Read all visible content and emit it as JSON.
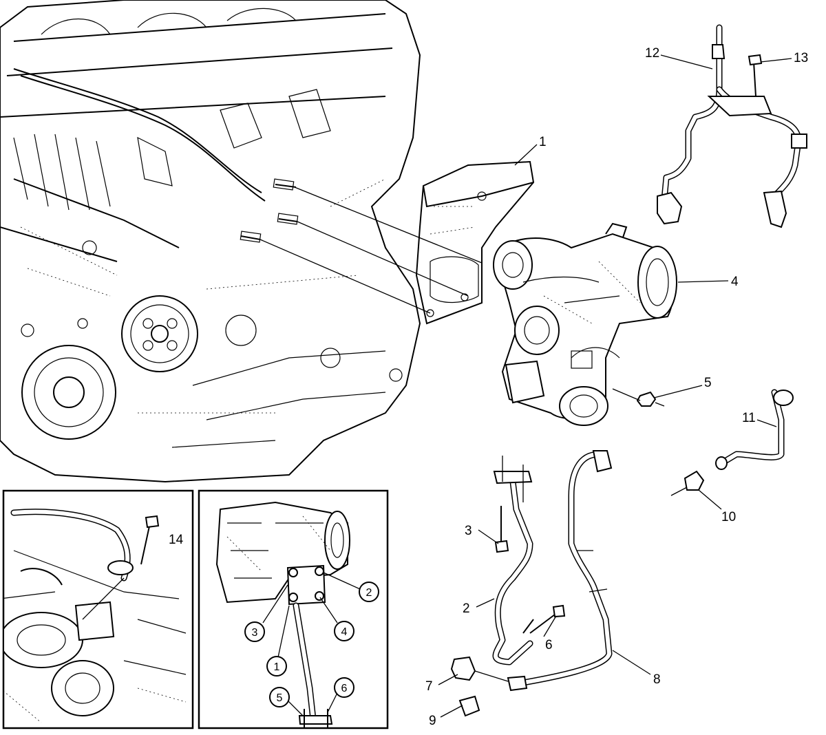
{
  "callouts": {
    "c1": "1",
    "c2": "2",
    "c3": "3",
    "c4": "4",
    "c5": "5",
    "c6": "6",
    "c7": "7",
    "c8": "8",
    "c9": "9",
    "c10": "10",
    "c11": "11",
    "c12": "12",
    "c13": "13",
    "c14": "14"
  },
  "detail_inset": {
    "circled": {
      "n1": "1",
      "n2": "2",
      "n3": "3",
      "n4": "4",
      "n5": "5",
      "n6": "6"
    }
  }
}
